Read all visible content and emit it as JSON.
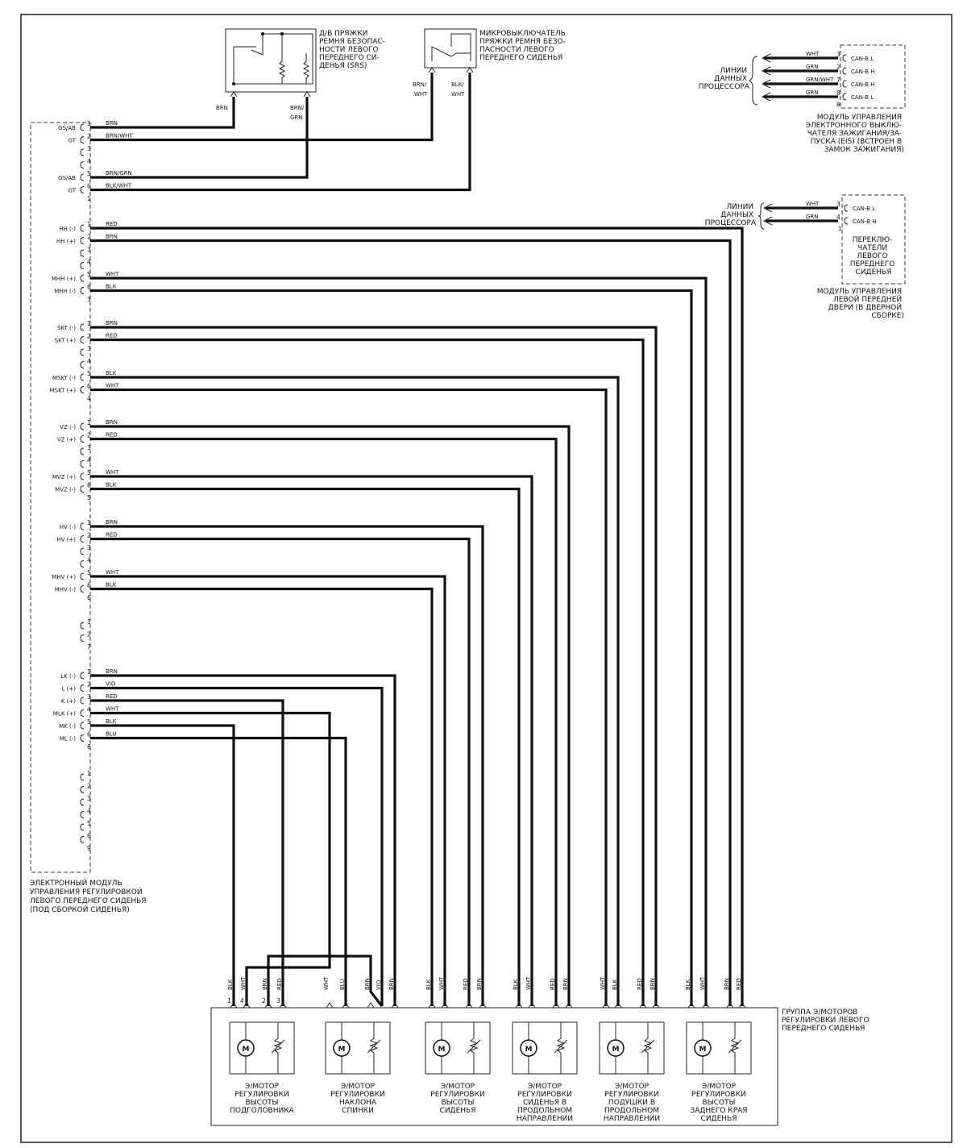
{
  "ecu": {
    "caption": [
      "ЭЛЕКТРОННЫЙ МОДУЛЬ",
      "УПРАВЛЕНИЯ РЕГУЛИРОВКОЙ",
      "ЛЕВОГО ПЕРЕДНЕГО СИДЕНЬЯ",
      "(ПОД СБОРКОЙ СИДЕНЬЯ)"
    ],
    "groups": [
      {
        "conn": "1",
        "rows": [
          {
            "pin": "1",
            "sig": "GS/AB",
            "color": "BRN"
          },
          {
            "pin": "2",
            "sig": "GT",
            "color": "BRN/WHT"
          },
          {
            "pin": "3"
          },
          {
            "pin": "4"
          },
          {
            "pin": "5",
            "sig": "GS/AB",
            "color": "BRN/GRN"
          },
          {
            "pin": "6",
            "sig": "GT",
            "color": "BLK/WHT"
          }
        ]
      },
      {
        "conn": "3",
        "rows": [
          {
            "pin": "1",
            "sig": "HH (-)",
            "color": "RED"
          },
          {
            "pin": "2",
            "sig": "HH (+)",
            "color": "BRN"
          },
          {
            "pin": "3"
          },
          {
            "pin": "4"
          },
          {
            "pin": "5",
            "sig": "MHH (+)",
            "color": "WHT"
          },
          {
            "pin": "6",
            "sig": "MHH (-)",
            "color": "BLK"
          }
        ]
      },
      {
        "conn": "4",
        "rows": [
          {
            "pin": "1",
            "sig": "SKT (-)",
            "color": "BRN"
          },
          {
            "pin": "2",
            "sig": "SKT (+)",
            "color": "RED"
          },
          {
            "pin": "3"
          },
          {
            "pin": "4"
          },
          {
            "pin": "5",
            "sig": "MSKT (-)",
            "color": "BLK"
          },
          {
            "pin": "6",
            "sig": "MSKT (+)",
            "color": "WHT"
          }
        ]
      },
      {
        "conn": "5",
        "rows": [
          {
            "pin": "1",
            "sig": "VZ (-)",
            "color": "BRN"
          },
          {
            "pin": "2",
            "sig": "VZ (+)",
            "color": "RED"
          },
          {
            "pin": "3"
          },
          {
            "pin": "4"
          },
          {
            "pin": "5",
            "sig": "MVZ (+)",
            "color": "WHT"
          },
          {
            "pin": "6",
            "sig": "MVZ (-)",
            "color": "BLK"
          }
        ]
      },
      {
        "conn": "6",
        "rows": [
          {
            "pin": "1",
            "sig": "HV (-)",
            "color": "BRN"
          },
          {
            "pin": "2",
            "sig": "HV (+)",
            "color": "RED"
          },
          {
            "pin": "3"
          },
          {
            "pin": "4"
          },
          {
            "pin": "5",
            "sig": "MHV (+)",
            "color": "WHT"
          },
          {
            "pin": "6",
            "sig": "MHV (-)",
            "color": "BLK"
          }
        ]
      },
      {
        "conn": "7",
        "rows": [
          {
            "pin": "1"
          },
          {
            "pin": "2"
          }
        ]
      },
      {
        "conn": "8",
        "rows": [
          {
            "pin": "1",
            "sig": "LK (-)",
            "color": "BRN"
          },
          {
            "pin": "2",
            "sig": "L (+)",
            "color": "VIO"
          },
          {
            "pin": "3",
            "sig": "K (+)",
            "color": "RED"
          },
          {
            "pin": "4",
            "sig": "MLK (+)",
            "color": "WHT"
          },
          {
            "pin": "5",
            "sig": "MK (-)",
            "color": "BLK"
          },
          {
            "pin": "6",
            "sig": "ML (-)",
            "color": "BLU"
          }
        ]
      },
      {
        "conn": "9",
        "rows": [
          {
            "pin": "1"
          },
          {
            "pin": "2"
          },
          {
            "pin": "3"
          },
          {
            "pin": "4"
          },
          {
            "pin": "5"
          },
          {
            "pin": "6"
          }
        ]
      }
    ]
  },
  "buckle_srs": {
    "caption": [
      "Д/В ПРЯЖКИ",
      "РЕМНЯ БЕЗОПАС-",
      "НОСТИ ЛЕВОГО",
      "ПЕРЕДНЕГО СИ-",
      "ДЕНЬЯ (SRS)"
    ],
    "wires": [
      [
        "BRN"
      ],
      [
        "BRN/",
        "GRN"
      ]
    ]
  },
  "buckle_switch": {
    "caption": [
      "МИКРОВЫКЛЮЧАТЕЛЬ",
      "ПРЯЖКИ РЕМНЯ БЕЗО-",
      "ПАСНОСТИ ЛЕВОГО",
      "ПЕРЕДНЕГО СИДЕНЬЯ"
    ],
    "wires": [
      [
        "BRN/",
        "WHT"
      ],
      [
        "BLK/",
        "WHT"
      ]
    ]
  },
  "eis": {
    "data_lines": [
      "ЛИНИИ",
      "ДАННЫХ",
      "ПРОЦЕССОРА"
    ],
    "pins": [
      {
        "wire": "WHT",
        "pin": "3",
        "sig": "CAN-B L"
      },
      {
        "wire": "GRN",
        "pin": "2",
        "sig": "CAN-B H"
      },
      {
        "wire": "GRN/WHT",
        "pin": "7",
        "sig": "CAN-B H"
      },
      {
        "wire": "GRN",
        "pin": "8",
        "sig": "CAN-B L"
      }
    ],
    "conn": "B",
    "caption": [
      "МОДУЛЬ УПРАВЛЕНИЯ",
      "ЭЛЕКТРОННОГО ВЫКЛЮ-",
      "ЧАТЕЛЯ ЗАЖИГАНИЯ/ЗА-",
      "ПУСКА (EIS) (ВСТРОЕН В",
      "ЗАМОК ЗАЖИГАНИЯ)"
    ]
  },
  "door": {
    "data_lines": [
      "ЛИНИИ",
      "ДАННЫХ",
      "ПРОЦЕССОРА"
    ],
    "pins": [
      {
        "wire": "WHT",
        "pin": "3",
        "sig": "CAN-B L"
      },
      {
        "wire": "GRN",
        "pin": "4",
        "sig": "CAN-B H"
      }
    ],
    "conn": "1",
    "inner": [
      "ПЕРЕКЛЮ-",
      "ЧАТЕЛИ",
      "ЛЕВОГО",
      "ПЕРЕДНЕГО",
      "СИДЕНЬЯ"
    ],
    "caption": [
      "МОДУЛЬ УПРАВЛЕНИЯ",
      "ЛЕВОЙ ПЕРЕДНЕЙ",
      "ДВЕРИ (В ДВЕРНОЙ",
      "СБОРКЕ)"
    ]
  },
  "motor_group": {
    "caption": [
      "ГРУППА Э/МОТОРОВ",
      "РЕГУЛИРОВКИ ЛЕВОГО",
      "ПЕРЕДНЕГО СИДЕНЬЯ"
    ],
    "motor_symbol": "M",
    "headrest_pins": [
      "1",
      "4",
      "2",
      "3"
    ],
    "motors": [
      {
        "caption": [
          "Э/МОТОР",
          "РЕГУЛИРОВКИ",
          "ВЫСОТЫ",
          "ПОДГОЛОВНИКА"
        ],
        "wires": [
          "BLK",
          "WHT",
          "BRN",
          "RED"
        ]
      },
      {
        "caption": [
          "Э/МОТОР",
          "РЕГУЛИРОВКИ",
          "НАКЛОНА",
          "СПИНКИ"
        ],
        "wires": [
          "WHT",
          "BLU",
          "BRN",
          "BRN"
        ]
      },
      {
        "caption": [
          "Э/МОТОР",
          "РЕГУЛИРОВКИ",
          "ВЫСОТЫ",
          "СИДЕНЬЯ"
        ],
        "wires": [
          "BLK",
          "WHT",
          "RED",
          "BRN"
        ]
      },
      {
        "caption": [
          "Э/МОТОР",
          "РЕГУЛИРОВКИ",
          "СИДЕНЬЯ В",
          "ПРОДОЛЬНОМ",
          "НАПРАВЛЕНИИ"
        ],
        "wires": [
          "BLK",
          "WHT",
          "RED",
          "BRN"
        ]
      },
      {
        "caption": [
          "Э/МОТОР",
          "РЕГУЛИРОВКИ",
          "ПОДУШКИ В",
          "ПРОДОЛЬНОМ",
          "НАПРАВЛЕНИИ"
        ],
        "wires": [
          "WHT",
          "BLK",
          "RED",
          "BRN"
        ]
      },
      {
        "caption": [
          "Э/МОТОР",
          "РЕГУЛИРОВКИ",
          "ВЫСОТЫ",
          "ЗАДНЕГО КРАЯ",
          "СИДЕНЬЯ"
        ],
        "wires": [
          "BLK",
          "WHT",
          "BRN",
          "RED"
        ]
      }
    ],
    "extra_wire": "VIO"
  }
}
